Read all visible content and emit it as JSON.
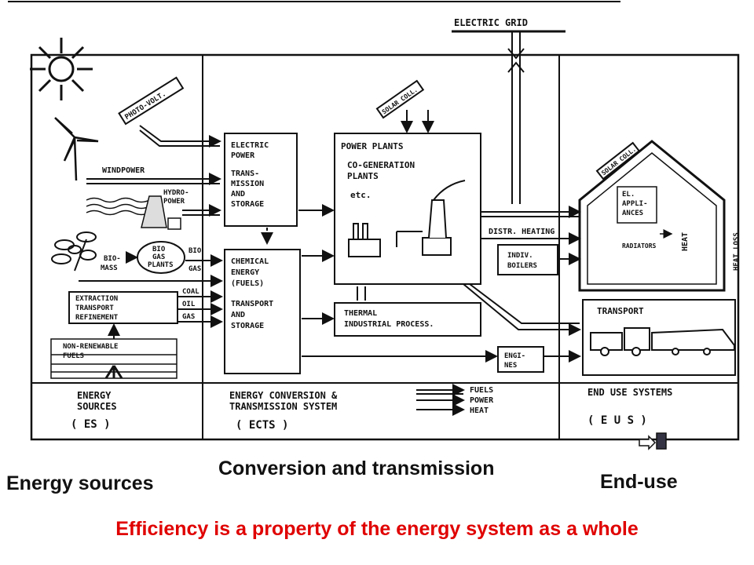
{
  "diagram": {
    "electric_grid": "ELECTRIC GRID",
    "photovoltaic": "PHOTO-VOLT.",
    "windpower": "WINDPOWER",
    "hydropower": [
      "HYDRO-",
      "POWER"
    ],
    "biomass": [
      "BIO-",
      "MASS"
    ],
    "biogas_plants": [
      "BIO",
      "GAS",
      "PLANTS"
    ],
    "biogas_out": [
      "BIO",
      "GAS"
    ],
    "extraction": [
      "EXTRACTION",
      "TRANSPORT",
      "REFINEMENT"
    ],
    "fossil_fuels": [
      "COAL",
      "OIL",
      "GAS"
    ],
    "non_renewable": [
      "NON-RENEWABLE",
      "FUELS"
    ],
    "electric_power": [
      "ELECTRIC",
      "POWER",
      "TRANS-",
      "MISSION",
      "AND",
      "STORAGE"
    ],
    "chemical_energy": [
      "CHEMICAL",
      "ENERGY",
      "(FUELS)",
      "TRANSPORT",
      "AND",
      "STORAGE"
    ],
    "solar_coll_top": "SOLAR COLL.",
    "power_plants": [
      "POWER PLANTS",
      "CO-GENERATION",
      "PLANTS",
      "etc."
    ],
    "thermal": [
      "THERMAL",
      "INDUSTRIAL PROCESS."
    ],
    "distr_heating": "DISTR. HEATING",
    "indiv_boilers": [
      "INDIV.",
      "BOILERS"
    ],
    "engines": [
      "ENGI-",
      "NES"
    ],
    "house_solar": "SOLAR COLL.",
    "appliances": [
      "EL.",
      "APPLI-",
      "ANCES"
    ],
    "radiators": "RADIATORS",
    "heat": "HEAT",
    "heat_loss": "HEAT LOSS",
    "transport": "TRANSPORT",
    "es_label": [
      "ENERGY",
      "SOURCES",
      "( ES )"
    ],
    "ects_label": [
      "ENERGY CONVERSION &",
      "TRANSMISSION SYSTEM",
      "( ECTS )"
    ],
    "legend": [
      "FUELS",
      "POWER",
      "HEAT"
    ],
    "eus_label": [
      "END USE SYSTEMS",
      "( E U S )"
    ]
  },
  "captions": {
    "energy_sources": "Energy sources",
    "conversion": "Conversion and transmission",
    "end_use": "End-use"
  },
  "footer": "Efficiency is a property of the energy system as a whole",
  "colors": {
    "footer": "#e00000",
    "ink": "#111111",
    "background": "#ffffff"
  }
}
